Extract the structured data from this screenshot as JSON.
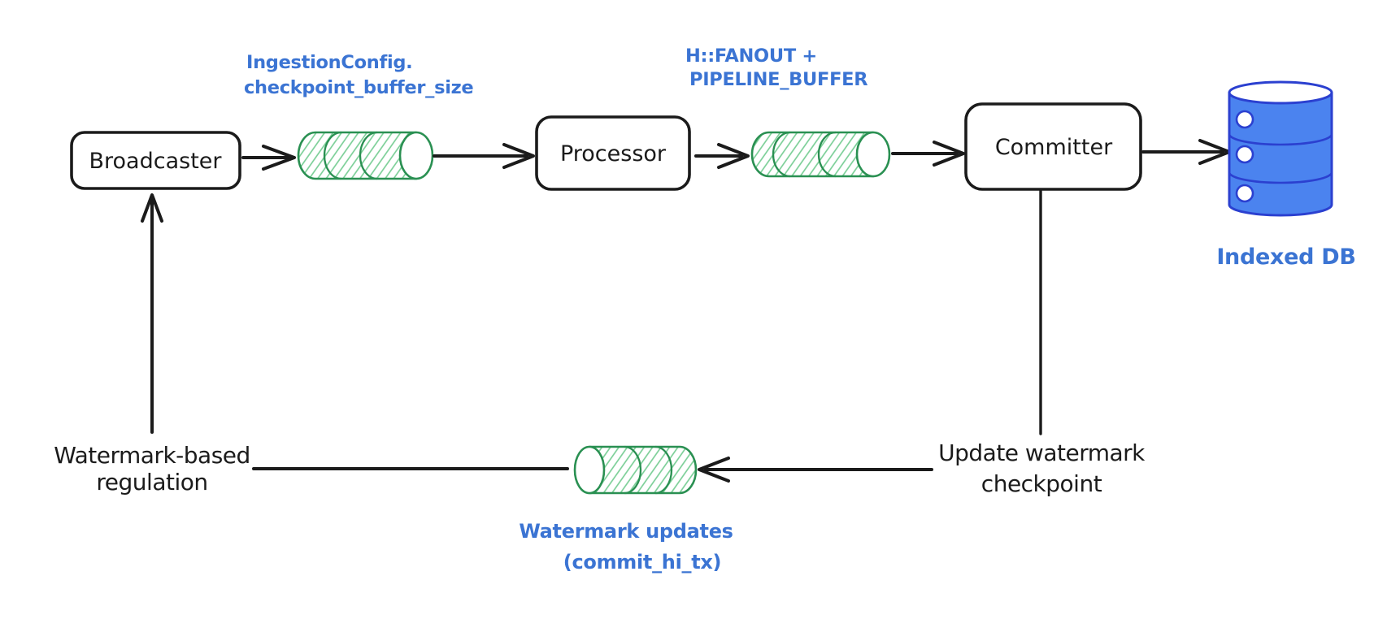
{
  "colors": {
    "bg": "#ffffff",
    "ink": "#1b1b1b",
    "green_stroke": "#2a9052",
    "green_hatch": "#7ccf98",
    "blue_text": "#3b74d3",
    "db_fill": "#4b83ef",
    "db_stroke": "#2b40d0"
  },
  "nodes": {
    "broadcaster": {
      "label": "Broadcaster"
    },
    "processor": {
      "label": "Processor"
    },
    "committer": {
      "label": "Committer"
    }
  },
  "labels": {
    "buffer1_line1": "IngestionConfig.",
    "buffer1_line2": "checkpoint_buffer_size",
    "buffer2_line1": "H::FANOUT +",
    "buffer2_line2": "PIPELINE_BUFFER",
    "db": "Indexed DB",
    "watermark_updates_line1": "Watermark updates",
    "watermark_updates_line2": "(commit_hi_tx)",
    "regulation_line1": "Watermark-based",
    "regulation_line2": "regulation",
    "update_checkpoint_line1": "Update watermark",
    "update_checkpoint_line2": "checkpoint"
  }
}
